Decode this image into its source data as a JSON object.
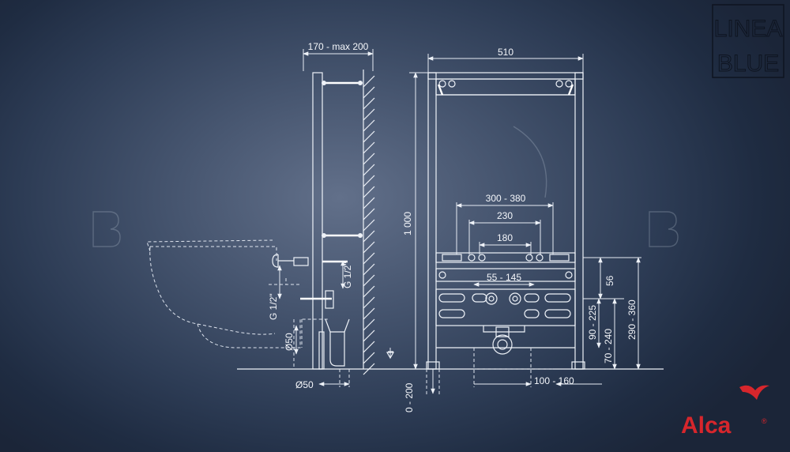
{
  "dimensions": {
    "wall_depth": "170 - max 200",
    "frame_width": "510",
    "frame_height": "1 000",
    "tap_spacing_outer": "300 - 380",
    "tap_spacing_mid": "230",
    "tap_spacing_inner": "180",
    "valve_spacing": "55 - 145",
    "d56": "56",
    "d90_225": "90 - 225",
    "d70_240": "70 - 240",
    "d290_360": "290 - 360",
    "d100_160": "100 - 160",
    "d0_200": "0 - 200",
    "thread_upper": "G 1/2\"",
    "thread_lower": "G 1/2\"",
    "drain_upper": "Ø50",
    "drain_lower": "Ø50"
  },
  "brand": {
    "series_line1": "LINEA",
    "series_line2": "BLUE",
    "logo_text": "Alca",
    "registered": "®"
  },
  "colors": {
    "line": "#eef2f8",
    "logo_red": "#d7262c"
  }
}
